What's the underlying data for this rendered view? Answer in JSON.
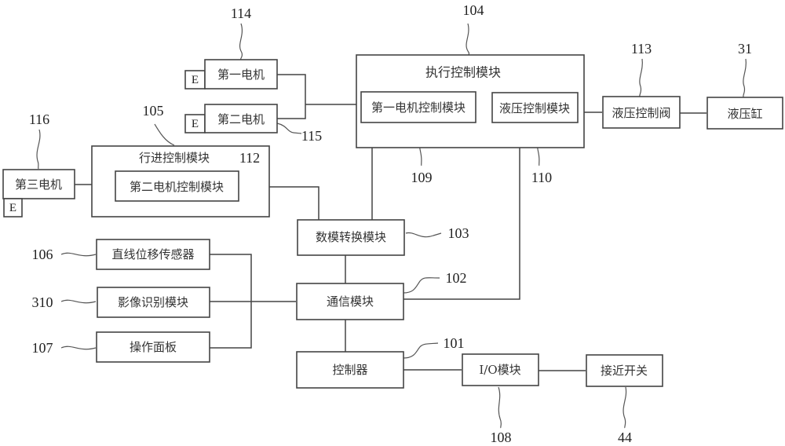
{
  "blocks": {
    "motor1": {
      "label": "第一电机",
      "ref": "114",
      "badge": "E"
    },
    "motor2": {
      "label": "第二电机",
      "ref": "115",
      "badge": "E"
    },
    "motor3": {
      "label": "第三电机",
      "ref": "116",
      "badge": "E"
    },
    "exec_ctrl": {
      "label": "执行控制模块",
      "ref": "104"
    },
    "motor1_ctrl": {
      "label": "第一电机控制模块",
      "ref": "109"
    },
    "hydraulic_ctrl": {
      "label": "液压控制模块",
      "ref": "110"
    },
    "hydraulic_valve": {
      "label": "液压控制阀",
      "ref": "113"
    },
    "hydraulic_cyl": {
      "label": "液压缸",
      "ref": "31"
    },
    "travel_ctrl": {
      "label": "行进控制模块",
      "ref": "105"
    },
    "motor2_ctrl": {
      "label": "第二电机控制模块",
      "ref": "112"
    },
    "dac": {
      "label": "数模转换模块",
      "ref": "103"
    },
    "comm": {
      "label": "通信模块",
      "ref": "102"
    },
    "controller": {
      "label": "控制器",
      "ref": "101"
    },
    "io": {
      "label": "I/O模块",
      "ref": "108"
    },
    "prox_switch": {
      "label": "接近开关",
      "ref": "44"
    },
    "linear_sensor": {
      "label": "直线位移传感器",
      "ref": "106"
    },
    "image_recog": {
      "label": "影像识别模块",
      "ref": "310"
    },
    "op_panel": {
      "label": "操作面板",
      "ref": "107"
    }
  }
}
